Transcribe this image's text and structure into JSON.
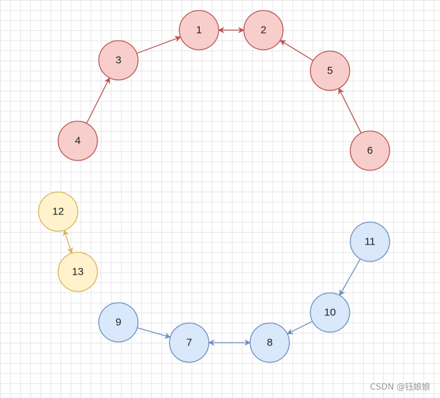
{
  "colors": {
    "red_fill": "#f8cecc",
    "red_stroke": "#b85450",
    "blue_fill": "#dae8fc",
    "blue_stroke": "#6c8ebf",
    "yellow_fill": "#fff2cc",
    "yellow_stroke": "#d6b656",
    "grid": "#e6e6e6"
  },
  "nodes": [
    {
      "id": "1",
      "label": "1",
      "color": "red"
    },
    {
      "id": "2",
      "label": "2",
      "color": "red"
    },
    {
      "id": "3",
      "label": "3",
      "color": "red"
    },
    {
      "id": "4",
      "label": "4",
      "color": "red"
    },
    {
      "id": "5",
      "label": "5",
      "color": "red"
    },
    {
      "id": "6",
      "label": "6",
      "color": "red"
    },
    {
      "id": "7",
      "label": "7",
      "color": "blue"
    },
    {
      "id": "8",
      "label": "8",
      "color": "blue"
    },
    {
      "id": "9",
      "label": "9",
      "color": "blue"
    },
    {
      "id": "10",
      "label": "10",
      "color": "blue"
    },
    {
      "id": "11",
      "label": "11",
      "color": "blue"
    },
    {
      "id": "12",
      "label": "12",
      "color": "yellow"
    },
    {
      "id": "13",
      "label": "13",
      "color": "yellow"
    }
  ],
  "edges": [
    {
      "from": "4",
      "to": "3",
      "type": "arrow"
    },
    {
      "from": "3",
      "to": "1",
      "type": "arrow"
    },
    {
      "from": "1",
      "to": "2",
      "type": "bidirectional"
    },
    {
      "from": "6",
      "to": "5",
      "type": "arrow"
    },
    {
      "from": "5",
      "to": "2",
      "type": "arrow"
    },
    {
      "from": "12",
      "to": "13",
      "type": "bidirectional"
    },
    {
      "from": "11",
      "to": "10",
      "type": "arrow"
    },
    {
      "from": "10",
      "to": "8",
      "type": "arrow"
    },
    {
      "from": "9",
      "to": "7",
      "type": "arrow"
    },
    {
      "from": "7",
      "to": "8",
      "type": "bidirectional"
    }
  ],
  "watermark": "CSDN @钰娘娘"
}
